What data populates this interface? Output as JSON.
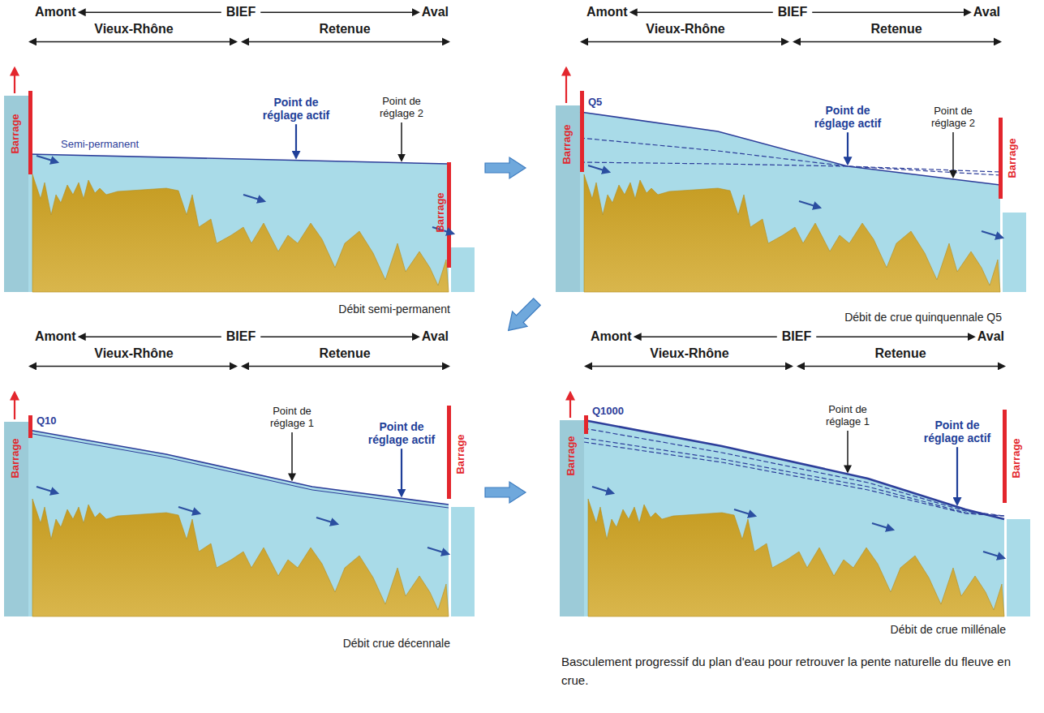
{
  "diagram": {
    "caption": "Basculement progressif du plan d'eau pour retrouver la pente naturelle du fleuve en crue.",
    "labels": [
      "Amont",
      "BIEF",
      "Aval",
      "Vieux-Rhône",
      "Retenue",
      "Barrage",
      "Barrage",
      "Semi-permanent",
      "Point de réglage actif",
      "Point de réglage 2",
      "Débit semi-permanent",
      "Amont",
      "BIEF",
      "Aval",
      "Vieux-Rhône",
      "Retenue",
      "Barrage",
      "Barrage",
      "Q5",
      "Point de réglage actif",
      "Point de réglage 2",
      "Débit de crue quinquennale Q5",
      "Amont",
      "BIEF",
      "Aval",
      "Vieux-Rhône",
      "Retenue",
      "Barrage",
      "Barrage",
      "Q10",
      "Point de réglage 1",
      "Point de réglage actif",
      "Débit crue décennale",
      "Amont",
      "BIEF",
      "Aval",
      "Vieux-Rhône",
      "Retenue",
      "Barrage",
      "Barrage",
      "Q1000",
      "Point de réglage 1",
      "Point de réglage actif",
      "Débit de crue millénale"
    ]
  }
}
